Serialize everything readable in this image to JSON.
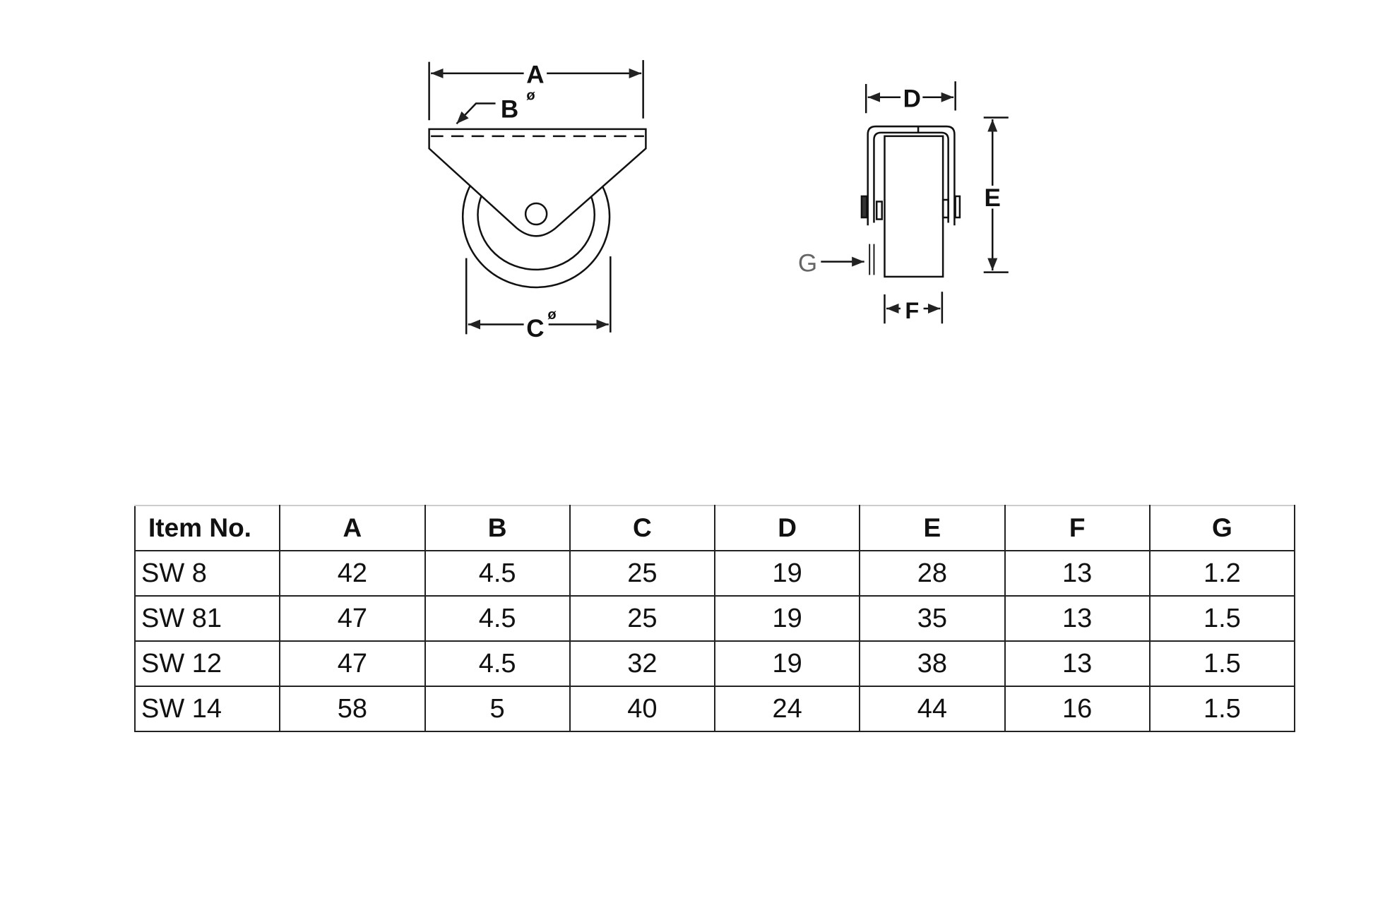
{
  "drawing": {
    "side_view_labels": {
      "A": "A",
      "B": "B",
      "C": "C",
      "diameter_symbol": "ø"
    },
    "front_view_labels": {
      "D": "D",
      "E": "E",
      "F": "F",
      "G": "G"
    }
  },
  "table": {
    "headers": [
      "Item No.",
      "A",
      "B",
      "C",
      "D",
      "E",
      "F",
      "G"
    ],
    "rows": [
      [
        "SW 8",
        "42",
        "4.5",
        "25",
        "19",
        "28",
        "13",
        "1.2"
      ],
      [
        "SW 81",
        "47",
        "4.5",
        "25",
        "19",
        "35",
        "13",
        "1.5"
      ],
      [
        "SW 12",
        "47",
        "4.5",
        "32",
        "19",
        "38",
        "13",
        "1.5"
      ],
      [
        "SW 14",
        "58",
        "5",
        "40",
        "24",
        "44",
        "16",
        "1.5"
      ]
    ]
  }
}
